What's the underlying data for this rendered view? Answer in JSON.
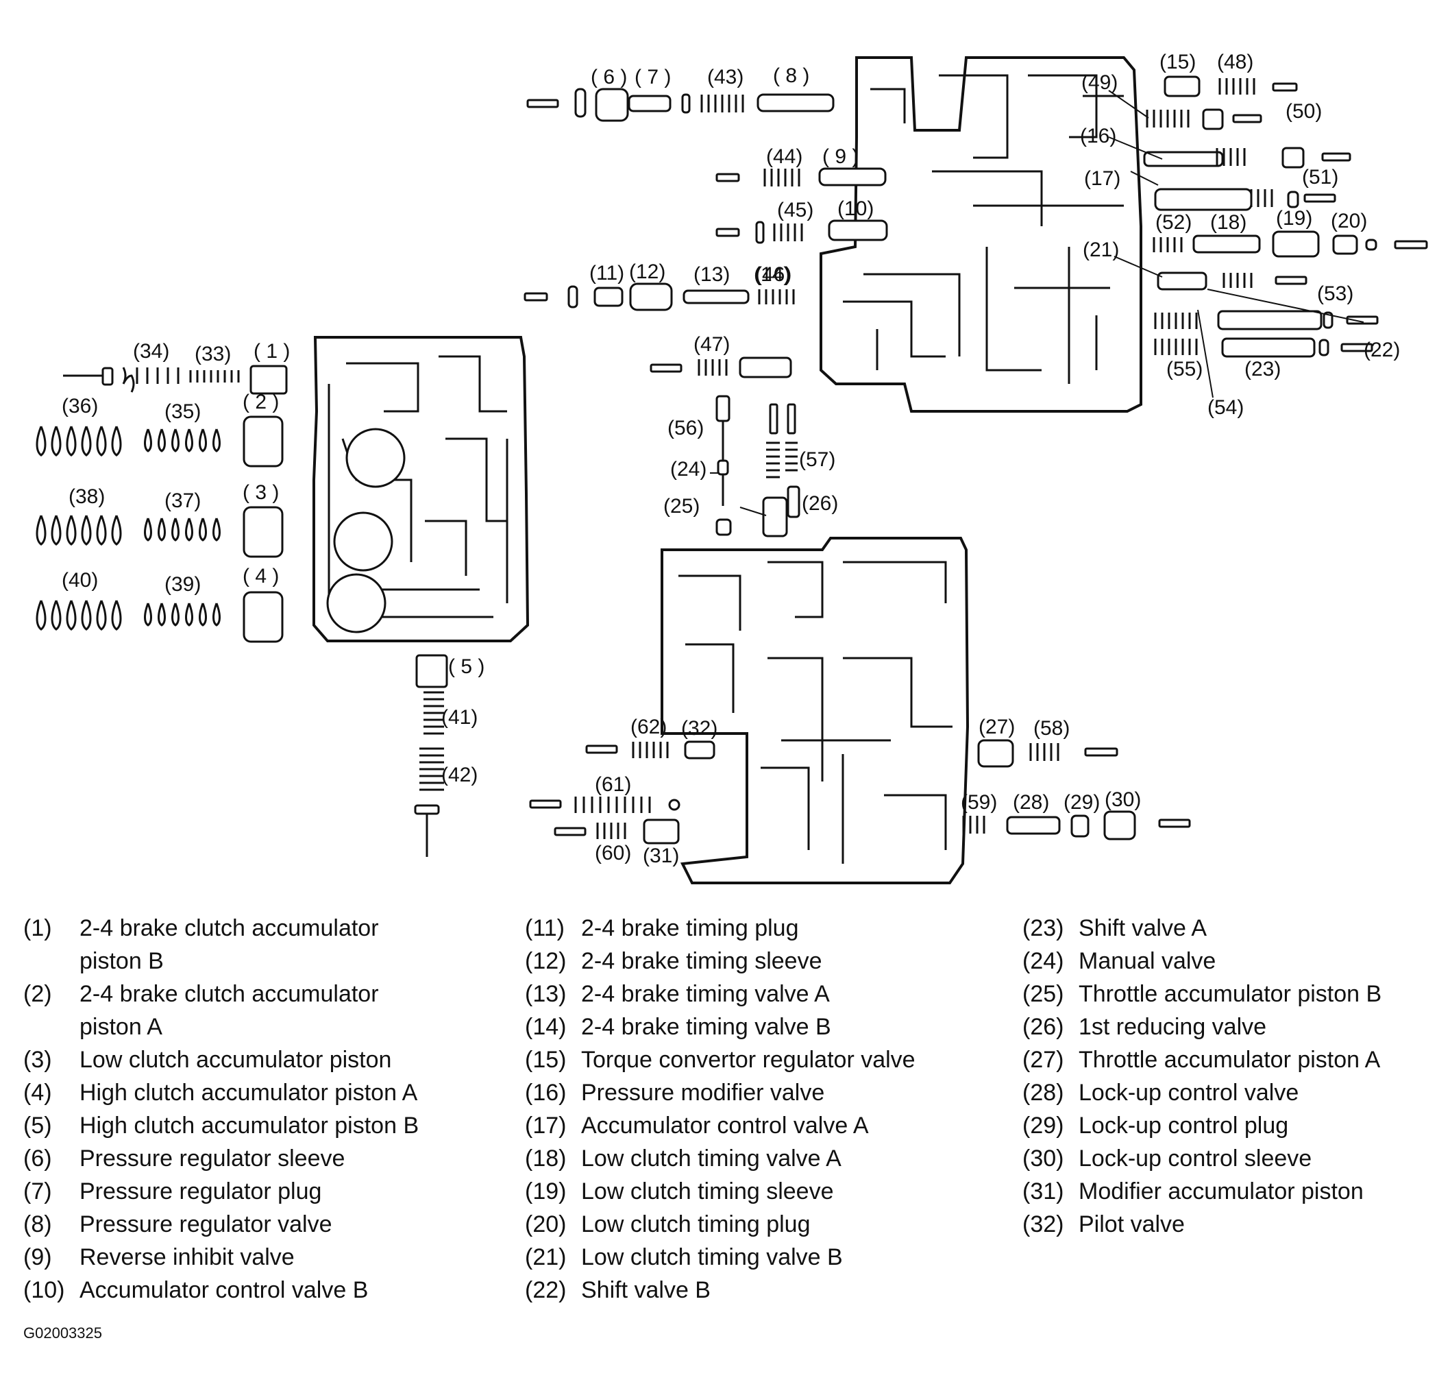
{
  "callouts": {
    "c1": "( 1 )",
    "c2": "( 2 )",
    "c3": "( 3 )",
    "c4": "( 4 )",
    "c5": "( 5 )",
    "c6": "( 6 )",
    "c7": "( 7 )",
    "c8": "( 8 )",
    "c9": "( 9 )",
    "c10": "(10)",
    "c11": "(11)",
    "c12": "(12)",
    "c13": "(13)",
    "c14": "(14)",
    "c15": "(15)",
    "c16": "(16)",
    "c17": "(17)",
    "c18": "(18)",
    "c19": "(19)",
    "c20": "(20)",
    "c21": "(21)",
    "c22": "(22)",
    "c23": "(23)",
    "c24": "(24)",
    "c25": "(25)",
    "c26": "(26)",
    "c27": "(27)",
    "c28": "(28)",
    "c29": "(29)",
    "c30": "(30)",
    "c31": "(31)",
    "c32": "(32)",
    "c33": "(33)",
    "c34": "(34)",
    "c35": "(35)",
    "c36": "(36)",
    "c37": "(37)",
    "c38": "(38)",
    "c39": "(39)",
    "c40": "(40)",
    "c41": "(41)",
    "c42": "(42)",
    "c43": "(43)",
    "c44": "(44)",
    "c45": "(45)",
    "c46": "(46)",
    "c47": "(47)",
    "c48": "(48)",
    "c49": "(49)",
    "c50": "(50)",
    "c51": "(51)",
    "c52": "(52)",
    "c53": "(53)",
    "c54": "(54)",
    "c55": "(55)",
    "c56": "(56)",
    "c57": "(57)",
    "c58": "(58)",
    "c59": "(59)",
    "c60": "(60)",
    "c61": "(61)",
    "c62": "(62)"
  },
  "legend": {
    "col1": [
      {
        "num": "(1)",
        "text": "2-4 brake clutch accumulator",
        "cont": "piston B"
      },
      {
        "num": "(2)",
        "text": "2-4 brake clutch accumulator",
        "cont": "piston A"
      },
      {
        "num": "(3)",
        "text": "Low clutch accumulator piston"
      },
      {
        "num": "(4)",
        "text": "High clutch accumulator piston A"
      },
      {
        "num": "(5)",
        "text": "High clutch accumulator piston B"
      },
      {
        "num": "(6)",
        "text": "Pressure regulator sleeve"
      },
      {
        "num": "(7)",
        "text": "Pressure regulator plug"
      },
      {
        "num": "(8)",
        "text": "Pressure regulator valve"
      },
      {
        "num": "(9)",
        "text": "Reverse inhibit valve"
      },
      {
        "num": "(10)",
        "text": "Accumulator control valve B"
      }
    ],
    "col2": [
      {
        "num": "(11)",
        "text": "2-4 brake timing plug"
      },
      {
        "num": "(12)",
        "text": "2-4 brake timing sleeve"
      },
      {
        "num": "(13)",
        "text": "2-4 brake timing valve A"
      },
      {
        "num": "(14)",
        "text": "2-4 brake timing valve B"
      },
      {
        "num": "(15)",
        "text": "Torque convertor regulator valve"
      },
      {
        "num": "(16)",
        "text": "Pressure modifier valve"
      },
      {
        "num": "(17)",
        "text": "Accumulator control valve A"
      },
      {
        "num": "(18)",
        "text": "Low clutch timing valve A"
      },
      {
        "num": "(19)",
        "text": "Low clutch timing sleeve"
      },
      {
        "num": "(20)",
        "text": "Low clutch timing plug"
      },
      {
        "num": "(21)",
        "text": "Low clutch timing valve B"
      },
      {
        "num": "(22)",
        "text": "Shift valve B"
      }
    ],
    "col3": [
      {
        "num": "(23)",
        "text": "Shift valve A"
      },
      {
        "num": "(24)",
        "text": "Manual valve"
      },
      {
        "num": "(25)",
        "text": "Throttle accumulator piston B"
      },
      {
        "num": "(26)",
        "text": "1st reducing valve"
      },
      {
        "num": "(27)",
        "text": "Throttle accumulator piston A"
      },
      {
        "num": "(28)",
        "text": "Lock-up control valve"
      },
      {
        "num": "(29)",
        "text": "Lock-up control plug"
      },
      {
        "num": "(30)",
        "text": "Lock-up control sleeve"
      },
      {
        "num": "(31)",
        "text": "Modifier accumulator piston"
      },
      {
        "num": "(32)",
        "text": "Pilot valve"
      }
    ]
  },
  "figure_code": "G02003325"
}
